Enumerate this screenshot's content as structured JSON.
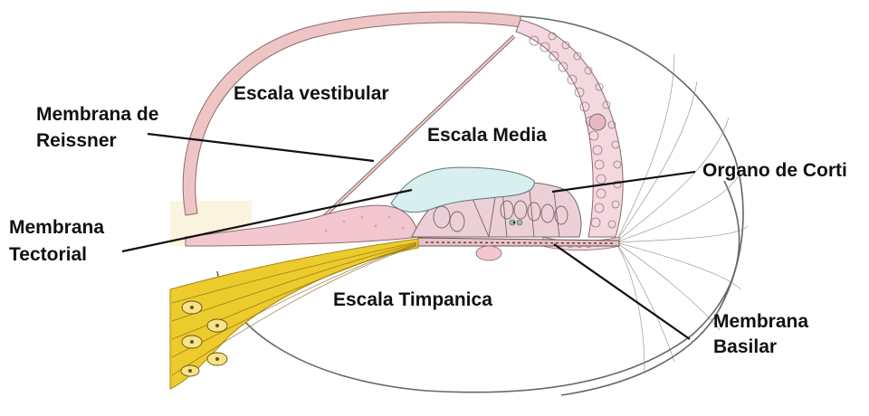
{
  "diagram": {
    "regions": {
      "scala_vestibuli": "Escala vestibular",
      "scala_media": "Escala Media",
      "scala_tympani": "Escala Timpanica"
    },
    "callouts": {
      "reissner": {
        "line1": "Membrana de",
        "line2": "Reissner"
      },
      "tectorial": {
        "line1": "Membrana",
        "line2": "Tectorial"
      },
      "corti": {
        "line1": "Organo de Corti"
      },
      "basilar": {
        "line1": "Membrana",
        "line2": "Basilar"
      }
    },
    "colors": {
      "wall_pink": "#efc4c4",
      "tissue_pink": "#f3c7cf",
      "tectorial_fill": "#d7efef",
      "nerve_yellow": "#eccb2d",
      "outline": "#555555",
      "leader": "#111111",
      "label_text": "#111111"
    }
  }
}
